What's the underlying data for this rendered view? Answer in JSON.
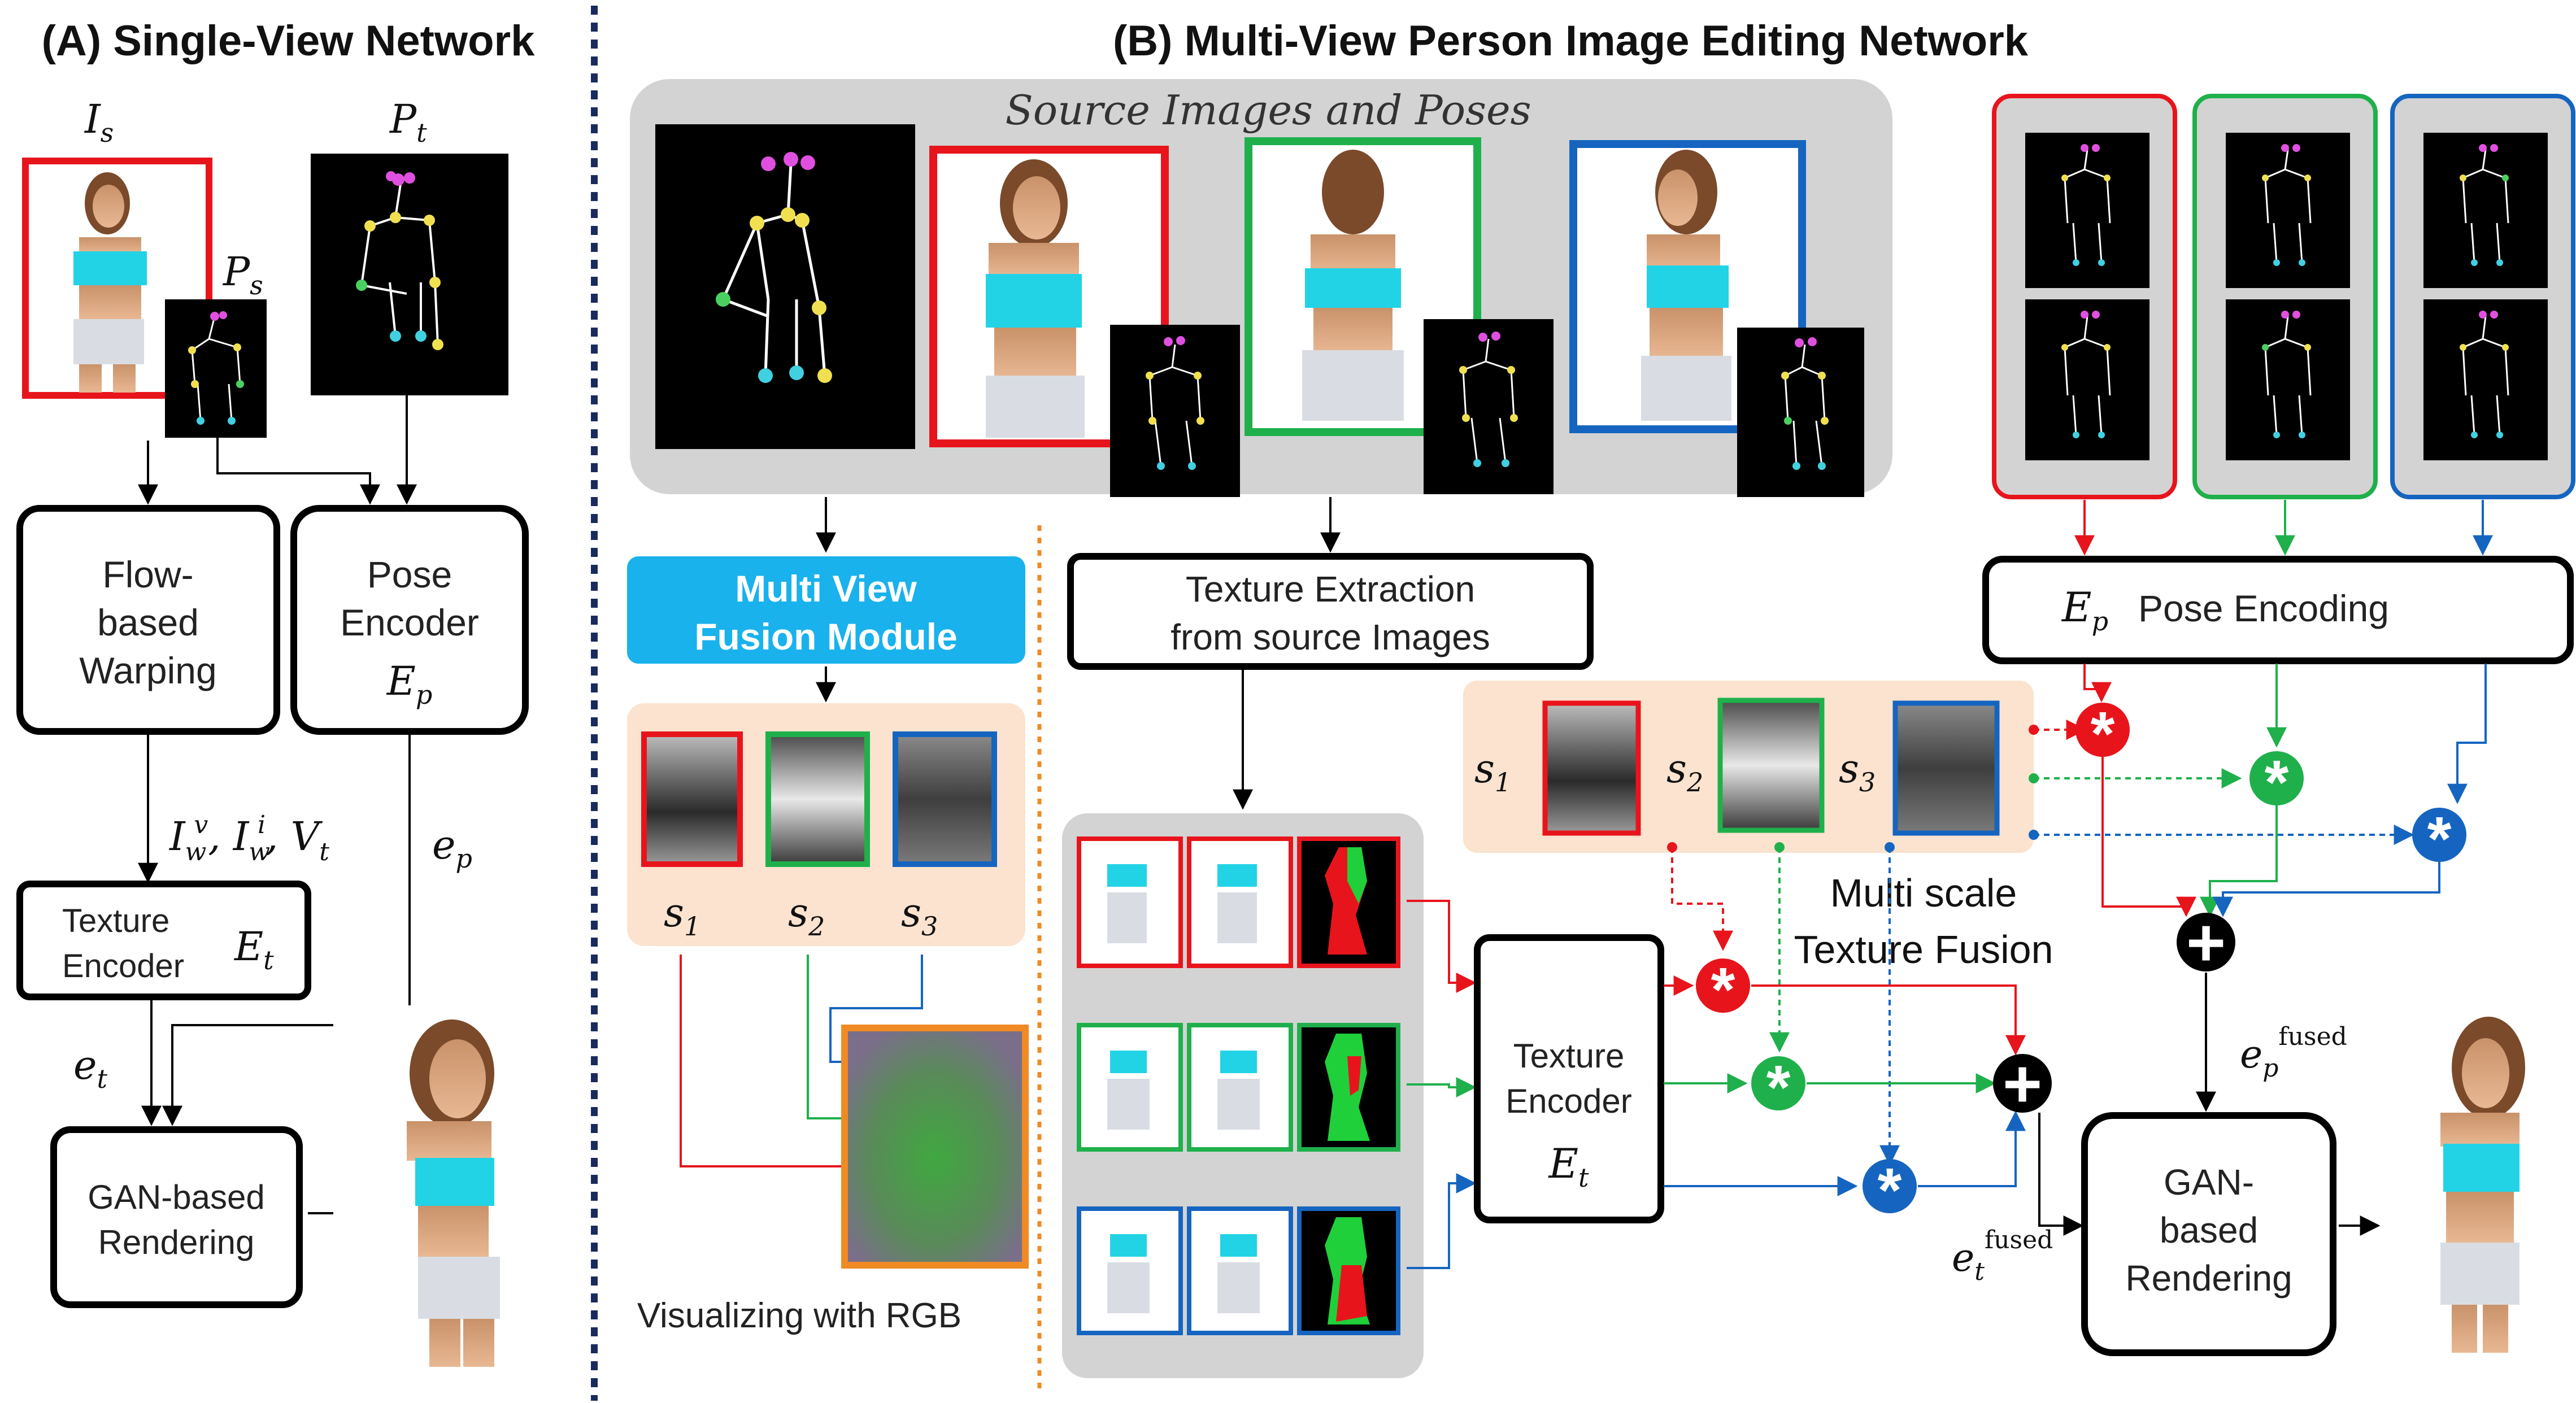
{
  "panel_a": {
    "title": "(A) Single-View Network",
    "is_label": "I",
    "is_sub": "s",
    "ps_label": "P",
    "ps_sub": "s",
    "pt_label": "P",
    "pt_sub": "t",
    "flow_warping": [
      "Flow-",
      "based",
      "Warping"
    ],
    "pose_encoder": [
      "Pose",
      "Encoder"
    ],
    "ep_label": "E",
    "ep_sub": "p",
    "warp_outputs": "I_w^v, I_w^i, V_t",
    "warp_out_1": "I",
    "warp_out_1_sup": "v",
    "warp_out_1_sub": "w",
    "warp_out_2": "I",
    "warp_out_2_sup": "i",
    "warp_out_2_sub": "w",
    "warp_out_3": "V",
    "warp_out_3_sub": "t",
    "ep_small": "e",
    "ep_small_sub": "p",
    "texture_encoder": [
      "Texture",
      "Encoder"
    ],
    "et_label": "E",
    "et_sub": "t",
    "et_small": "e",
    "et_small_sub": "t",
    "gan_rendering": [
      "GAN-based",
      "Rendering"
    ]
  },
  "panel_b": {
    "title": "(B) Multi-View Person Image Editing Network",
    "source_caption": "Source Images and Poses",
    "fusion_module": [
      "Multi View",
      "Fusion Module"
    ],
    "s1": "s",
    "s1_sub": "1",
    "s2": "s",
    "s2_sub": "2",
    "s3": "s",
    "s3_sub": "3",
    "visualizing": "Visualizing with RGB",
    "texture_extraction": [
      "Texture Extraction",
      "from source Images"
    ],
    "texture_encoder": [
      "Texture",
      "Encoder"
    ],
    "et_label": "E",
    "et_sub": "t",
    "multi_scale": [
      "Multi scale",
      "Texture Fusion"
    ],
    "pose_encoding": "Pose Encoding",
    "ep_label": "E",
    "ep_sub": "p",
    "ep_fused": "e",
    "ep_fused_sub": "p",
    "ep_fused_sup": "fused",
    "et_fused": "e",
    "et_fused_sub": "t",
    "et_fused_sup": "fused",
    "gan_rendering": [
      "GAN-",
      "based",
      "Rendering"
    ],
    "op_multiply": "*",
    "op_add": "+"
  },
  "colors": {
    "red": "#e8141c",
    "green": "#1fb04b",
    "blue": "#1565c0",
    "fusion_module_bg": "#19b2ec",
    "peach": "#fbe3cf",
    "gray_panel": "#d3d3d3",
    "divider": "#1a2a5c",
    "orange_divider": "#f08a24",
    "cyan_top": "#22d3e6"
  }
}
